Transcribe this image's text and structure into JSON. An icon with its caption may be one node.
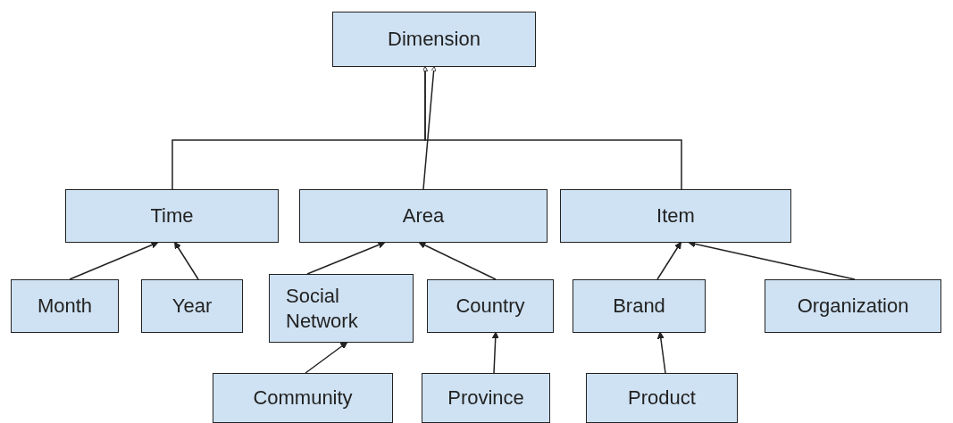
{
  "diagram": {
    "nodes": [
      {
        "text": [
          "Dimension"
        ]
      },
      {
        "text": [
          "Time"
        ]
      },
      {
        "text": [
          "Area"
        ]
      },
      {
        "text": [
          "Item"
        ]
      },
      {
        "text": [
          "Month"
        ]
      },
      {
        "text": [
          "Year"
        ]
      },
      {
        "text": [
          "Social Network"
        ]
      },
      {
        "text": [
          "Country"
        ]
      },
      {
        "text": [
          "Brand"
        ]
      },
      {
        "text": [
          "Organization"
        ]
      },
      {
        "text": [
          "Community"
        ]
      },
      {
        "text": [
          "Province"
        ]
      },
      {
        "text": [
          "Product"
        ]
      }
    ],
    "edges": [
      {
        "from": 1,
        "to": 0,
        "arrow": "to"
      },
      {
        "from": 2,
        "to": 0,
        "arrow": "to"
      },
      {
        "from": 3,
        "to": 0,
        "arrow": "to"
      },
      {
        "from": 4,
        "to": 1,
        "arrow": "to"
      },
      {
        "from": 5,
        "to": 1,
        "arrow": "to"
      },
      {
        "from": 6,
        "to": 2,
        "arrow": "to"
      },
      {
        "from": 7,
        "to": 2,
        "arrow": "to"
      },
      {
        "from": 8,
        "to": 3,
        "arrow": "to"
      },
      {
        "from": 9,
        "to": 3,
        "arrow": "to"
      },
      {
        "from": 10,
        "to": 6,
        "arrow": "to"
      },
      {
        "from": 11,
        "to": 7,
        "arrow": "to"
      },
      {
        "from": 12,
        "to": 8,
        "arrow": "to"
      }
    ]
  }
}
